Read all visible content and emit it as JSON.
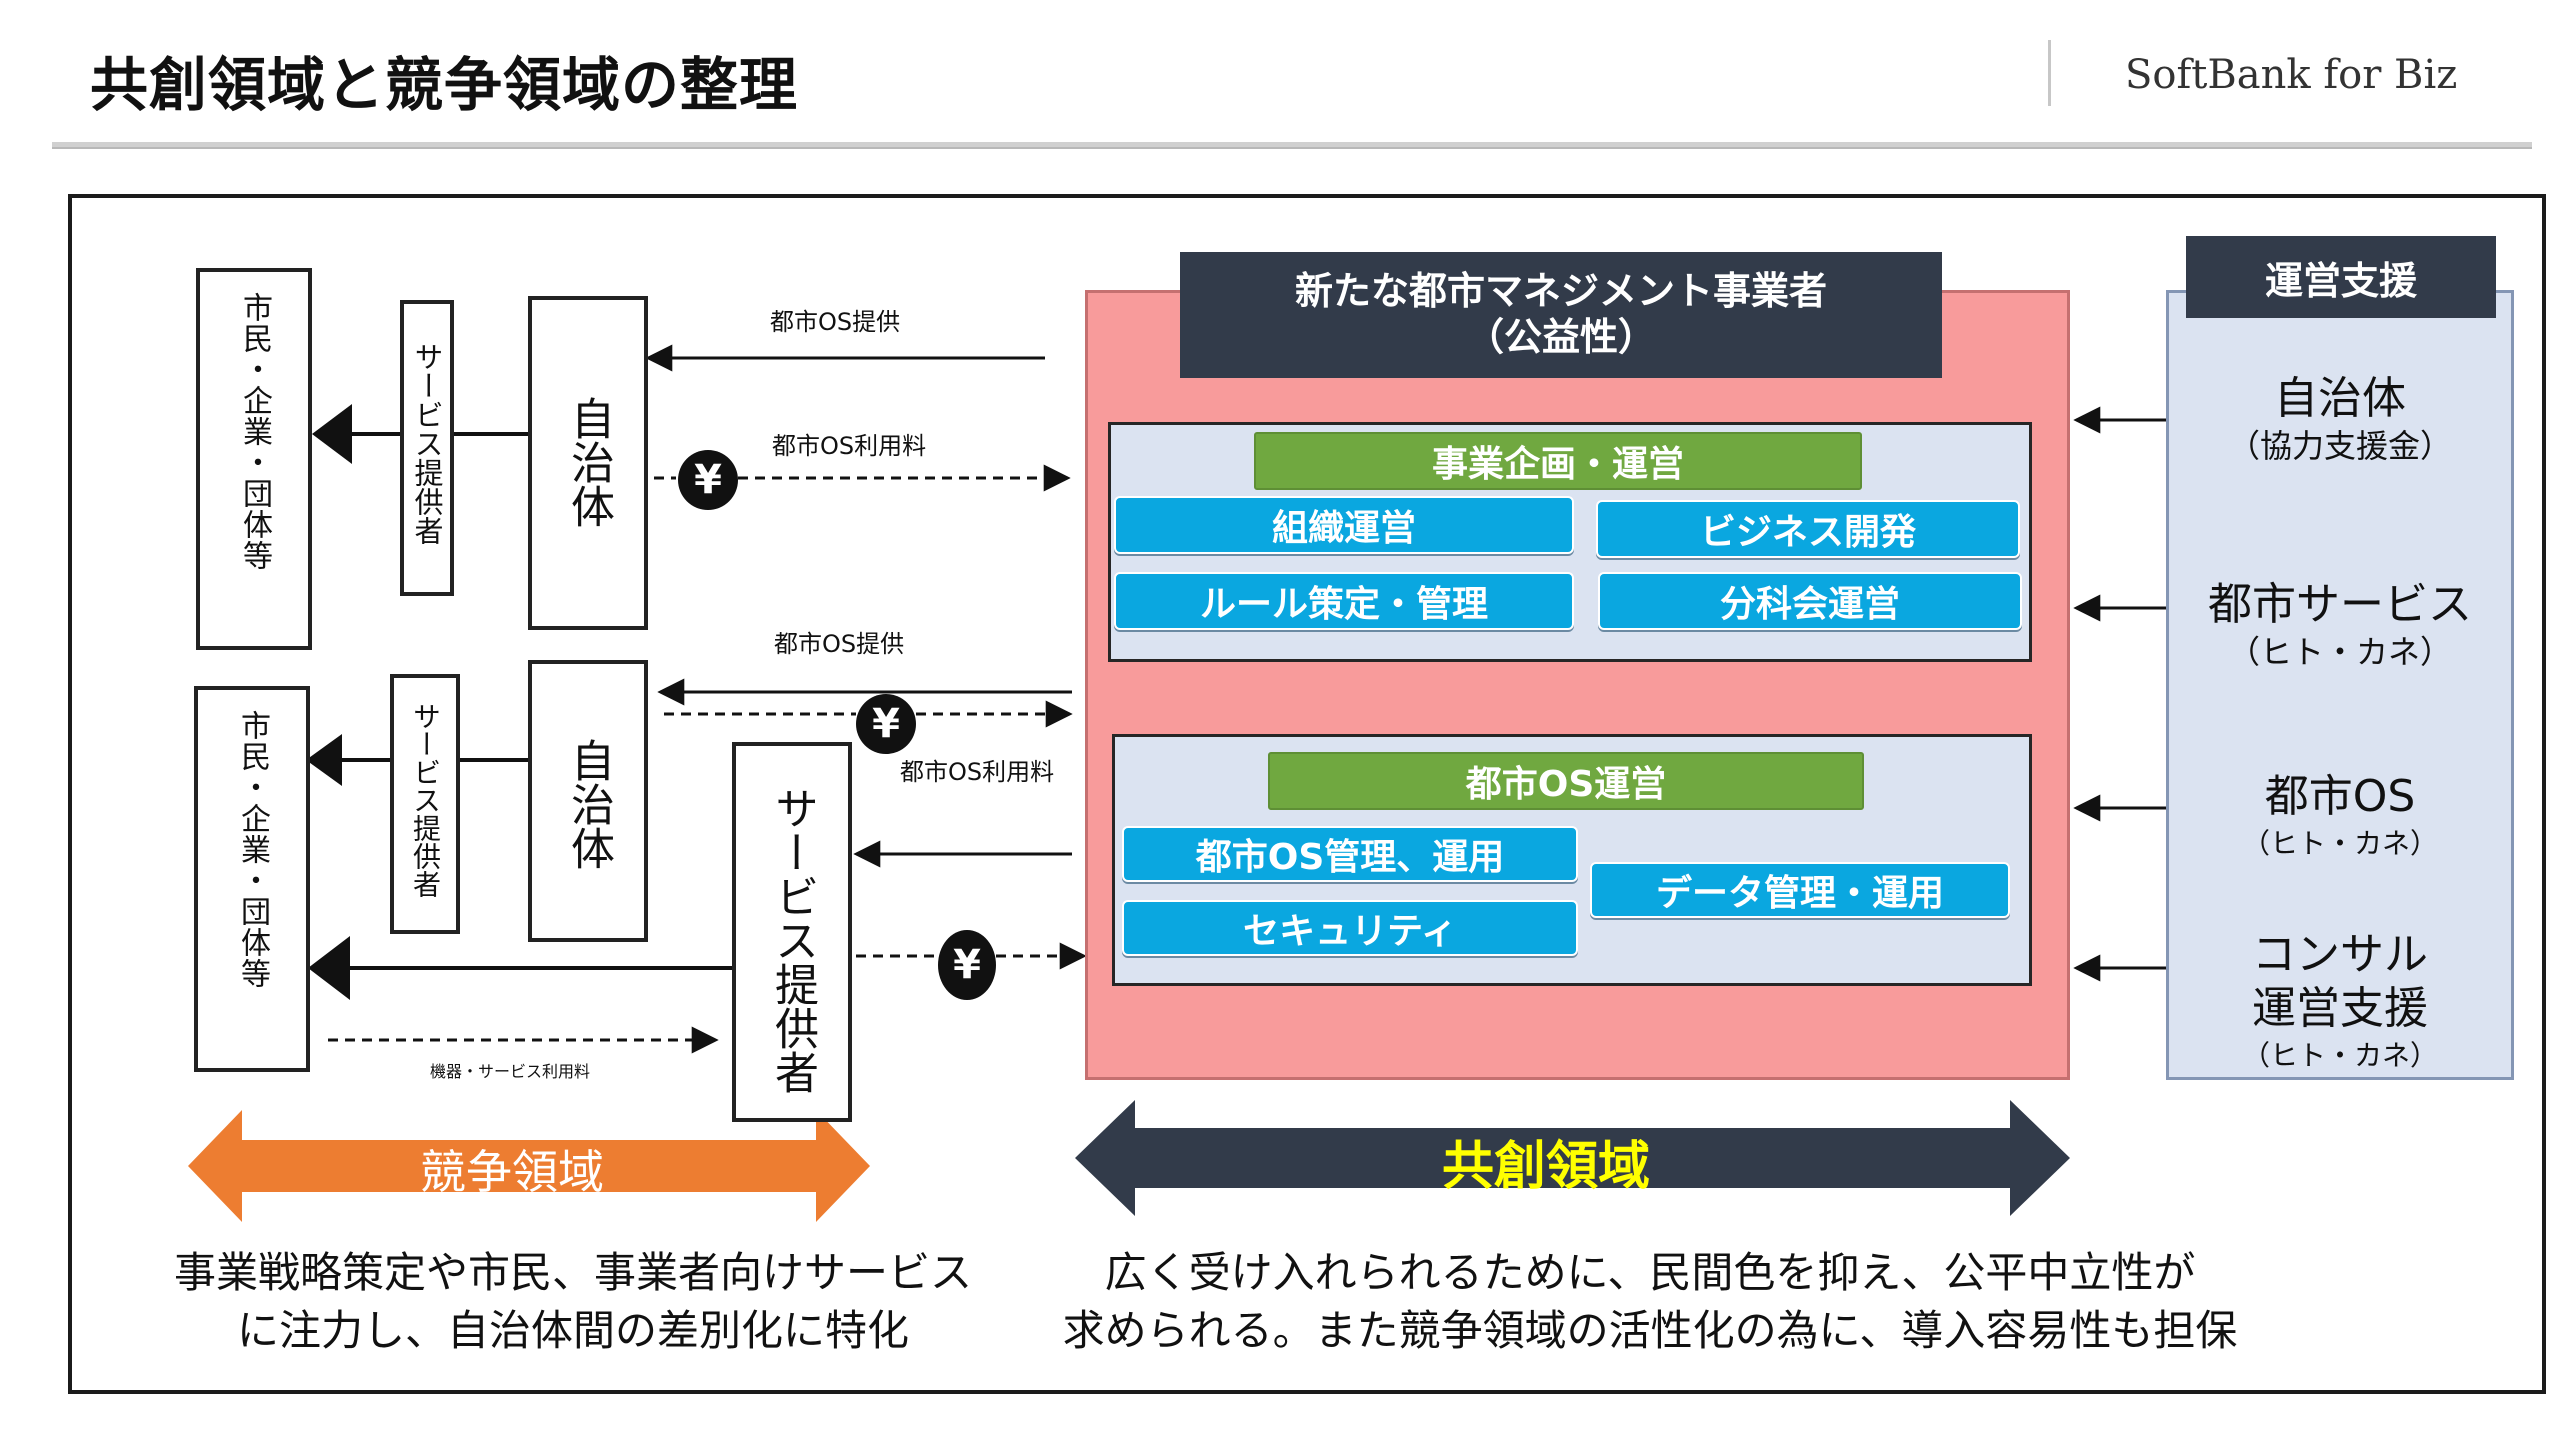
{
  "header": {
    "title": "共創領域と競争領域の整理",
    "brand": "SoftBank for Biz"
  },
  "left": {
    "citizens": "市民・企業・団体等",
    "provider_small": "サービス提供者",
    "municipality": "自治体",
    "provider_big": "サービス提供者",
    "yen": "¥",
    "flow_os_provide": "都市OS提供",
    "flow_os_fee": "都市OS利用料",
    "flow_device_fee": "機器・サービス利用料"
  },
  "center": {
    "operator_title": "新たな都市マネジメント事業者",
    "operator_sub": "（公益性）",
    "planning": {
      "header": "事業企画・運営",
      "items": [
        "組織運営",
        "ビジネス開発",
        "ルール策定・管理",
        "分科会運営"
      ]
    },
    "os_ops": {
      "header": "都市OS運営",
      "items": [
        "都市OS管理、運用",
        "データ管理・運用",
        "セキュリティ"
      ]
    }
  },
  "support": {
    "header": "運営支援",
    "items": [
      {
        "main": "自治体",
        "sub": "（協力支援金）"
      },
      {
        "main": "都市サービス",
        "sub": "（ヒト・カネ）"
      },
      {
        "main": "都市OS",
        "sub": "（ヒト・カネ）"
      },
      {
        "main": "コンサル",
        "main2": "運営支援",
        "sub": "（ヒト・カネ）"
      }
    ]
  },
  "bottom": {
    "competition": {
      "label": "競争領域",
      "color": "#ed7d31",
      "line1": "事業戦略策定や市民、事業者向けサービス",
      "line2": "に注力し、自治体間の差別化に特化"
    },
    "cocreation": {
      "label": "共創領域",
      "color": "#323b4a",
      "label_color": "#ffff00",
      "line1": "広く受け入れられるために、民間色を抑え、公平中立性が",
      "line2": "求められる。また競争領域の活性化の為に、導入容易性も担保"
    }
  }
}
